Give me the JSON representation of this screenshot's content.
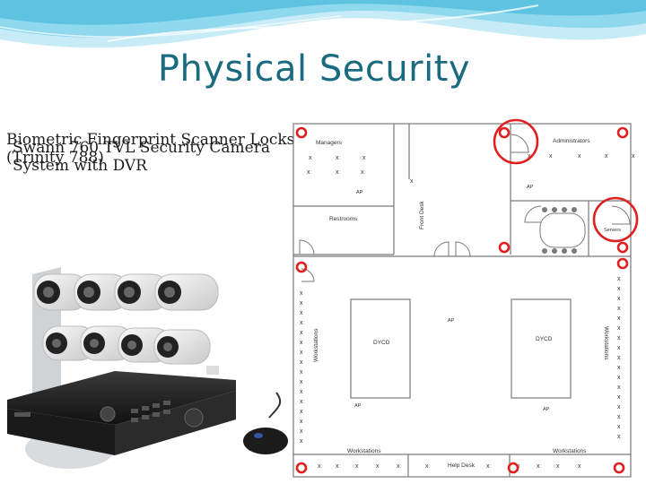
{
  "slide": {
    "title": "Physical Security",
    "caption_lines": [
      "Biometric Fingerprint Scanner Locks",
      "(Trinity 788)",
      "Swann 760 TVL Security Camera",
      "System with DVR"
    ]
  },
  "floor_plan": {
    "rooms": {
      "managers": "Managers",
      "administrators": "Administrators",
      "restrooms": "Restrooms",
      "front_desk": "Front Desk",
      "servers": "Servers",
      "ap_labels": [
        "AP",
        "AP",
        "AP",
        "AP",
        "AP"
      ],
      "dycd_left": "DYCD",
      "dycd_right": "DYCD",
      "workstations_left_side": "Workstations",
      "workstations_right_side": "Workstations",
      "workstations_bottom_left": "Workstations",
      "workstations_bottom_right": "Workstations",
      "help_desk": "Help Desk",
      "x_mark": "x"
    }
  },
  "colors": {
    "title": "#1b6b80",
    "marker": "#e02020",
    "wall": "#7a7a7a",
    "wave_dark": "#5ec3e0",
    "wave_light": "#c8ecf7"
  }
}
